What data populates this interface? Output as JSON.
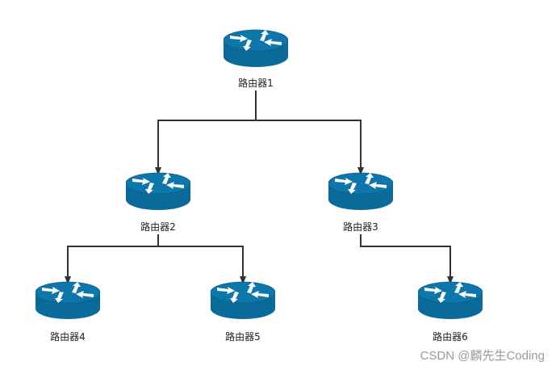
{
  "diagram": {
    "nodes": [
      {
        "id": "router1",
        "label": "路由器1",
        "icon": "router-icon"
      },
      {
        "id": "router2",
        "label": "路由器2",
        "icon": "router-icon"
      },
      {
        "id": "router3",
        "label": "路由器3",
        "icon": "router-icon"
      },
      {
        "id": "router4",
        "label": "路由器4",
        "icon": "router-icon"
      },
      {
        "id": "router5",
        "label": "路由器5",
        "icon": "router-icon"
      },
      {
        "id": "router6",
        "label": "路由器6",
        "icon": "router-icon"
      }
    ],
    "edges": [
      {
        "from": "router1",
        "to": "router2"
      },
      {
        "from": "router1",
        "to": "router3"
      },
      {
        "from": "router2",
        "to": "router4"
      },
      {
        "from": "router2",
        "to": "router5"
      },
      {
        "from": "router3",
        "to": "router6"
      }
    ]
  },
  "colors": {
    "router_top": "#0a6a9a",
    "router_side": "#0e6f9f",
    "router_edge": "#0b5f8c",
    "arrow_glyph": "#ffffff",
    "connector": "#333333",
    "label": "#222222",
    "watermark": "#9a9a9a"
  },
  "watermark": "CSDN @麟先生Coding"
}
